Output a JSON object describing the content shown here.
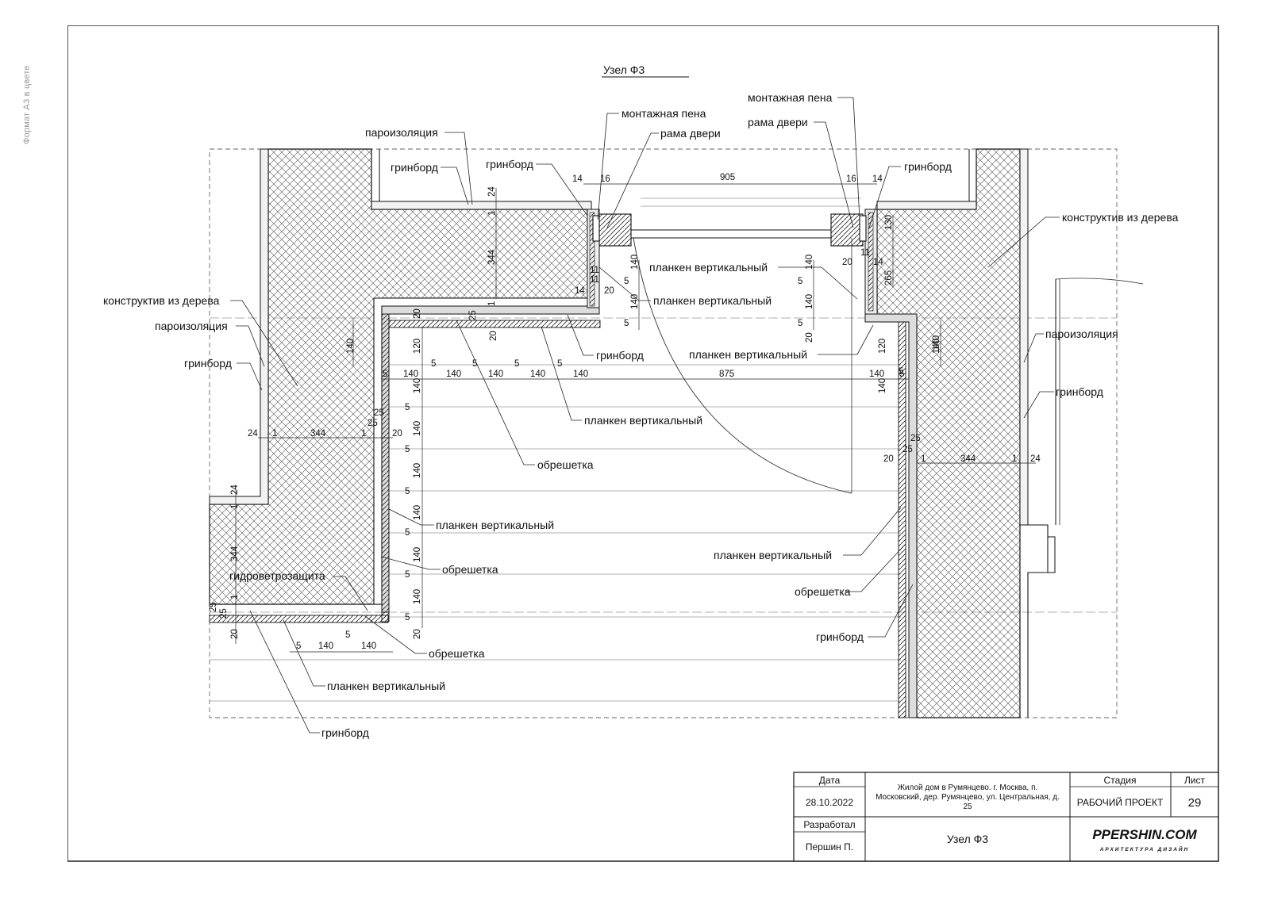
{
  "side_note": "Формат А3 в цвете",
  "title": "Узел Ф3",
  "labels": {
    "foam_left": "монтажная пена",
    "frame_left": "рама двери",
    "foam_right": "монтажная пена",
    "frame_right": "рама двери",
    "vapor_top": "пароизоляция",
    "greenboard_1": "гринборд",
    "greenboard_2": "гринборд",
    "greenboard_3": "гринборд",
    "wood_left": "конструктив из дерева",
    "vapor_left": "пароизоляция",
    "greenboard_left": "гринборд",
    "wood_right": "конструктив из дерева",
    "vapor_right": "пароизоляция",
    "greenboard_right": "гринборд",
    "plank_1": "планкен вертикальный",
    "plank_2": "планкен вертикальный",
    "greenboard_4": "гринборд",
    "plank_3": "планкен вертикальный",
    "plank_4": "планкен вертикальный",
    "lathing_1": "обрешетка",
    "plank_5": "планкен вертикальный",
    "lathing_2": "обрешетка",
    "hydro": "гидроветрозащита",
    "lathing_3": "обрешетка",
    "plank_6": "планкен вертикальный",
    "greenboard_5": "гринборд",
    "plank_7": "планкен вертикальный",
    "lathing_4": "обрешетка",
    "greenboard_6": "гринборд"
  },
  "dims": {
    "d14a": "14",
    "d16a": "16",
    "d905": "905",
    "d16b": "16",
    "d14b": "14",
    "d24a": "24",
    "d1a": "1",
    "d344a": "344",
    "d1b": "1",
    "d25a": "25",
    "d20a": "20",
    "d140v1": "140",
    "d5v1": "5",
    "d140v2": "140",
    "d5v2": "5",
    "d20v1": "20",
    "d140v3": "140",
    "d5v3": "5",
    "d140v4": "140",
    "d5v4": "5",
    "d20v2": "20",
    "d11a": "11",
    "d20b": "20",
    "d14c": "14",
    "d11b": "11",
    "d20c": "20",
    "d14d": "14",
    "d130": "130",
    "d265": "265",
    "d11c": "11",
    "d140h": "140",
    "d120a": "120",
    "d120b": "120",
    "d140hr": "140",
    "r5a": "5",
    "r140a": "140",
    "r5b": "5",
    "r140b": "140",
    "r5c": "5",
    "r140c": "140",
    "r5d": "5",
    "r140d": "140",
    "r5e": "5",
    "r140e": "140",
    "r875": "875",
    "r140f": "140",
    "r5f": "5",
    "d25b": "25",
    "d24b": "24",
    "d1c": "1",
    "d344b": "344",
    "d1d": "1",
    "d25c": "25",
    "d20d": "20",
    "c140a": "140",
    "c5a": "5",
    "c140b": "140",
    "c5b": "5",
    "c140c": "140",
    "c5c": "5",
    "c140d": "140",
    "c5d": "5",
    "c140e": "140",
    "c5e": "5",
    "c140f": "140",
    "c5f": "5",
    "c140g": "140",
    "c5g": "5",
    "c20": "20",
    "d140rr": "140",
    "d25d": "25",
    "d25e": "25",
    "d20e": "20",
    "d1e": "1",
    "d344c": "344",
    "d1f": "1",
    "d24c": "24",
    "d24d": "24",
    "d1g": "1",
    "d344d": "344",
    "d1h": "1",
    "d25f": "25",
    "d25g": "25",
    "d20f": "20",
    "b5a": "5",
    "b140a": "140",
    "b5b": "5",
    "b140b": "140"
  },
  "title_block": {
    "date_label": "Дата",
    "date_value": "28.10.2022",
    "dev_label": "Разработал",
    "dev_value": "Першин П.",
    "project_line1": "Жилой дом в Румянцево. г. Москва, п.",
    "project_line2": "Московский, дер. Румянцево, ул. Центральная, д.",
    "project_line3": "25",
    "drawing_title": "Узел Ф3",
    "stage_label": "Стадия",
    "stage_value": "РАБОЧИЙ ПРОЕКТ",
    "sheet_label": "Лист",
    "sheet_value": "29",
    "brand": "PPERSHIN.COM",
    "brand_sub": "АРХИТЕКТУРА ДИЗАЙН"
  }
}
